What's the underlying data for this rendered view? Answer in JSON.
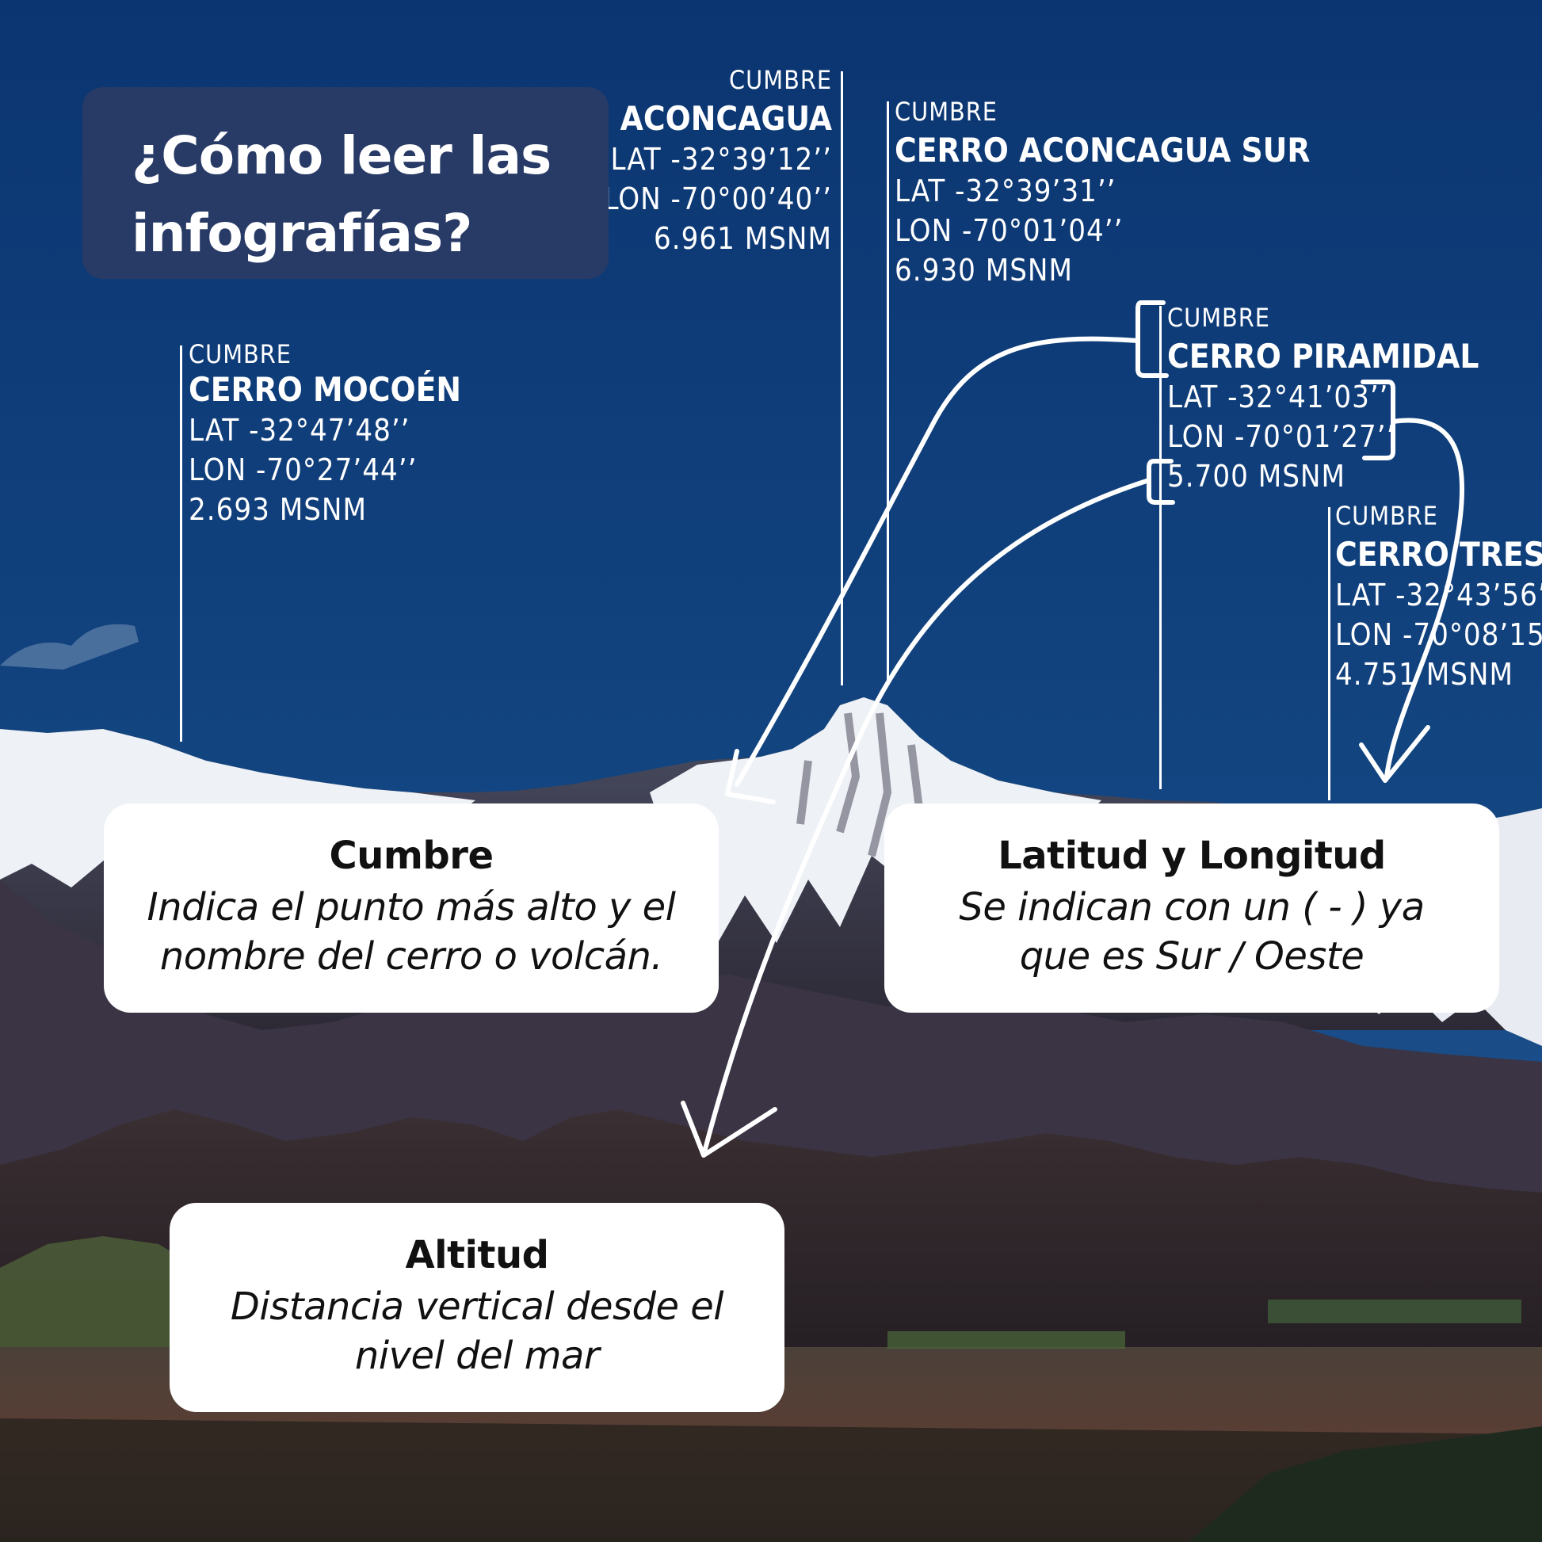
{
  "title": "¿Cómo leer las infografías?",
  "peaks": [
    {
      "label": "CUMBRE",
      "name": "CERRO MOCOÉN",
      "lat": "LAT -32°47’48’’",
      "lon": "LON -70°27’44’’",
      "alt": "2.693 MSNM"
    },
    {
      "label": "CUMBRE",
      "name": ") ACONCAGUA",
      "lat": "LAT -32°39’12’’",
      "lon": "LON -70°00’40’’",
      "alt": "6.961 MSNM"
    },
    {
      "label": "CUMBRE",
      "name": "CERRO ACONCAGUA SUR",
      "lat": "LAT -32°39’31’’",
      "lon": "LON -70°01’04’’",
      "alt": "6.930 MSNM"
    },
    {
      "label": "CUMBRE",
      "name": "CERRO PIRAMIDAL",
      "lat": "LAT -32°41’03’’",
      "lon": "LON -70°01’27’’",
      "alt": "5.700 MSNM"
    },
    {
      "label": "CUMBRE",
      "name": "CERRO TRES",
      "lat": "LAT -32°43’56’",
      "lon": "LON -70°08’15’",
      "alt": "4.751 MSNM"
    }
  ],
  "cards": {
    "cumbre": {
      "title": "Cumbre",
      "desc_1": "Indica el punto más alto y el",
      "desc_2": "nombre del cerro o volcán."
    },
    "latlon": {
      "title": "Latitud y Longitud",
      "desc_1": "Se indican con un ( - ) ya",
      "desc_2": "que es Sur / Oeste"
    },
    "altitud": {
      "title": "Altitud",
      "desc_1": "Distancia vertical desde el",
      "desc_2": "nivel del mar"
    }
  },
  "colors": {
    "sky_top": "#0b3774",
    "sky_bottom": "#1f4f8f",
    "title_box": "#283a66",
    "snow": "#eef1f5",
    "rock": "#3b3540",
    "valley": "#4a3a30"
  }
}
